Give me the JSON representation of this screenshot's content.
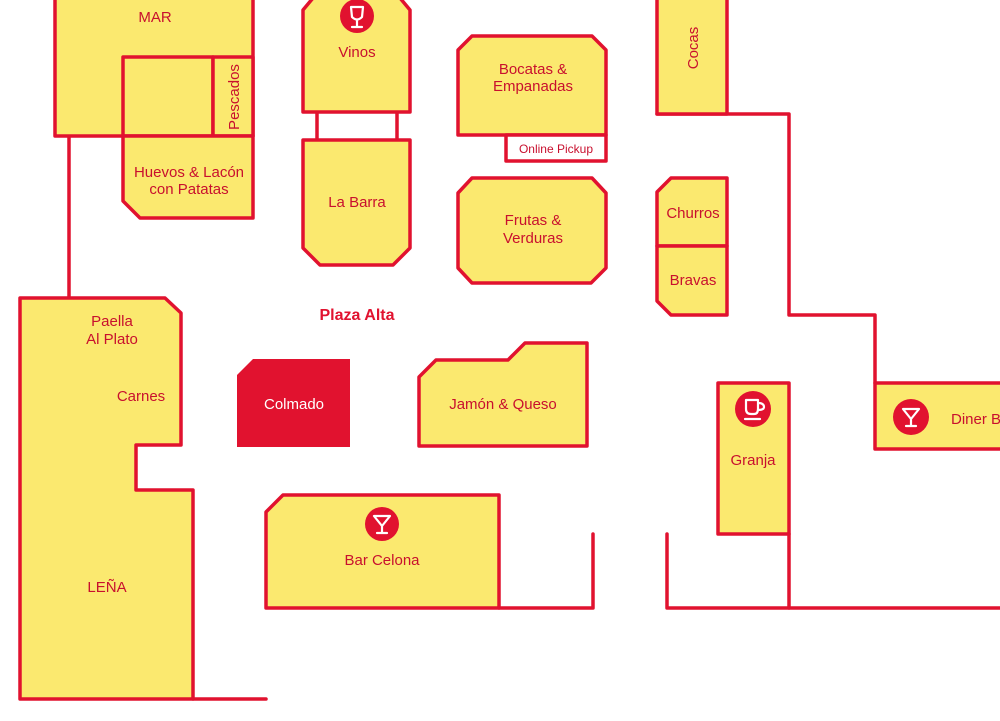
{
  "colors": {
    "stall_fill": "#fbe96f",
    "outline": "#e1122f",
    "highlight": "#e1122f"
  },
  "stalls": {
    "mar": "MAR",
    "pescados": "Pescados",
    "huevos_1": "Huevos & Lacón",
    "huevos_2": "con Patatas",
    "vinos": "Vinos",
    "la_barra": "La Barra",
    "bocatas_1": "Bocatas &",
    "bocatas_2": "Empanadas",
    "online_pickup": "Online Pickup",
    "frutas_1": "Frutas &",
    "frutas_2": "Verduras",
    "cocas": "Cocas",
    "churros": "Churros",
    "bravas": "Bravas",
    "paella_1": "Paella",
    "paella_2": "Al Plato",
    "carnes": "Carnes",
    "lena": "LEÑA",
    "colmado": "Colmado",
    "jamon": "Jamón & Queso",
    "bar_celona": "Bar Celona",
    "granja": "Granja",
    "diner": "Diner B"
  },
  "plaza": "Plaza Alta",
  "icons": {
    "vinos": "wine-glass-icon",
    "bar_celona": "cocktail-icon",
    "granja": "coffee-cup-icon",
    "diner": "cocktail-icon"
  }
}
